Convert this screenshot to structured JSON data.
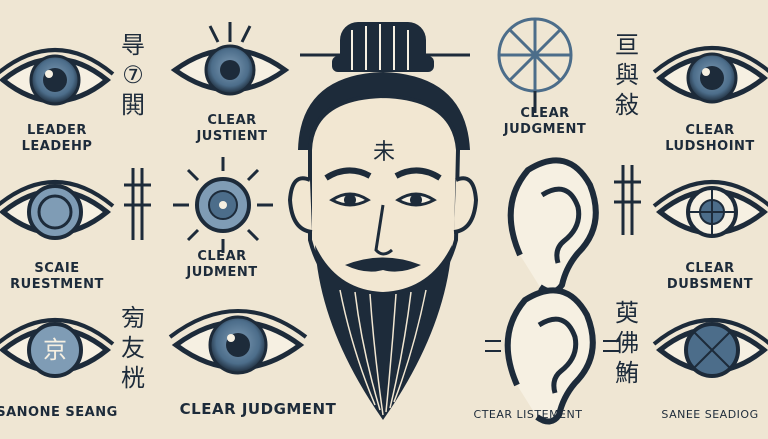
{
  "colors": {
    "background": "#efe6d3",
    "ink": "#1d2b3a",
    "iris": "#4c6d8a",
    "iris_light": "#7f9cb5"
  },
  "labels": {
    "left_top_1": "LEADER",
    "left_top_2": "LEADEHP",
    "left_mid_1": "SCAIE",
    "left_mid_2": "RUESTMENT",
    "left_bottom": "SANONE SEANG",
    "center_left_top_1": "CLEAR",
    "center_left_top_2": "JUSTIENT",
    "center_left_mid_1": "CLEAR",
    "center_left_mid_2": "JUDMENT",
    "center_bottom": "CLEAR JUDGMENT",
    "right_center_top_1": "CLEAR",
    "right_center_top_2": "JUDGMENT",
    "right_center_bottom": "CTEAR LISTEMENT",
    "right_top_1": "CLEAR",
    "right_top_2": "LUDSHOINT",
    "right_mid_1": "CLEAR",
    "right_mid_2": "DUBSMENT",
    "right_bottom": "SANEE SEADIOG"
  },
  "glyphs": {
    "left_col_top": "㝵",
    "left_col_top2": "⑦",
    "left_col_top3": "閧",
    "left_col_bottom": "㫄",
    "left_col_bottom2": "友",
    "left_col_bottom3": "桄",
    "right_col_top": "亘",
    "right_col_top2": "與",
    "right_col_top3": "敍",
    "right_col_bottom": "萸",
    "right_col_bottom2": "佛",
    "right_col_bottom3": "鮪",
    "forehead": "未",
    "eye_box": "京"
  },
  "icons": [
    "eye-icon",
    "ear-icon",
    "compass-wheel-icon",
    "sun-rays-icon",
    "crosshair-icon",
    "sage-face-icon"
  ]
}
